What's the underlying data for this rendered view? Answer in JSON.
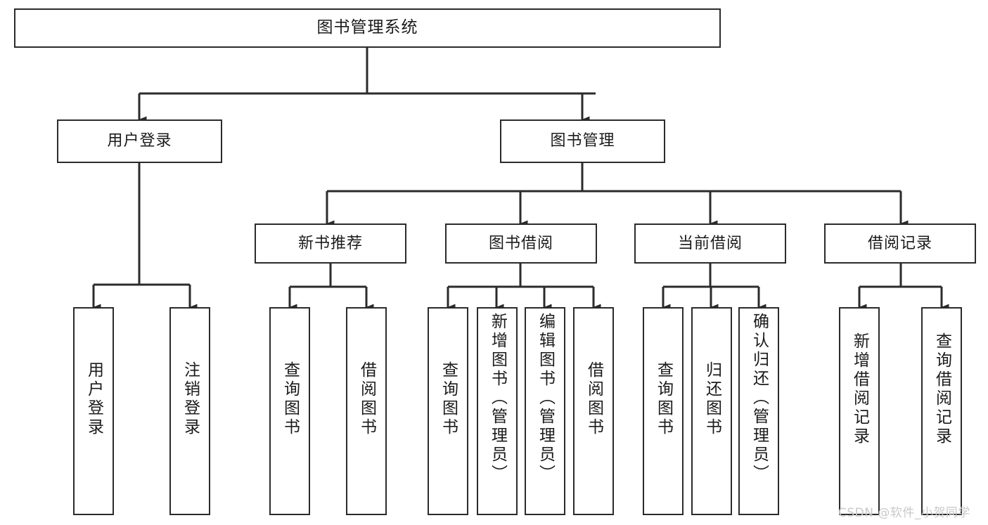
{
  "diagram": {
    "title": "图书管理系统",
    "type": "tree-hierarchy",
    "watermark": "CSDN @软件_小贺同学",
    "colors": {
      "stroke": "#2b2b2b",
      "fill": "#ffffff",
      "text": "#1b1b1b",
      "watermark": "#c9c9c9"
    },
    "root": {
      "label": "图书管理系统"
    },
    "level2": [
      {
        "label": "用户登录"
      },
      {
        "label": "图书管理"
      }
    ],
    "level3": [
      {
        "label": "新书推荐"
      },
      {
        "label": "图书借阅"
      },
      {
        "label": "当前借阅"
      },
      {
        "label": "借阅记录"
      }
    ],
    "leaves_user_login": [
      {
        "label": "用户登录"
      },
      {
        "label": "注销登录"
      }
    ],
    "leaves_new_book": [
      {
        "label": "查询图书"
      },
      {
        "label": "借阅图书"
      }
    ],
    "leaves_borrow": [
      {
        "label": "查询图书"
      },
      {
        "label": "新增图书（管理员）"
      },
      {
        "label": "编辑图书（管理员）"
      },
      {
        "label": "借阅图书"
      }
    ],
    "leaves_current": [
      {
        "label": "查询图书"
      },
      {
        "label": "归还图书"
      },
      {
        "label": "确认归还（管理员）"
      }
    ],
    "leaves_record": [
      {
        "label": "新增借阅记录"
      },
      {
        "label": "查询借阅记录"
      }
    ]
  }
}
